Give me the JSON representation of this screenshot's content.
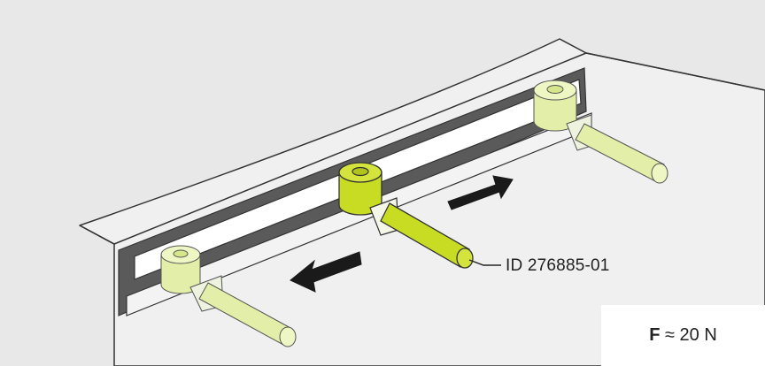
{
  "callout": {
    "label": "ID 276885-01"
  },
  "force": {
    "symbol": "F",
    "relation": "≈",
    "value": "20 N"
  },
  "colors": {
    "background": "#e8e8e8",
    "panel": "#f0f0f0",
    "panel_edge": "#ffffff",
    "slot": "#5a5a5a",
    "scale_strip": "#ffffff",
    "gauge_active": "#c8dc24",
    "gauge_ghost": "#e3efa8",
    "arrow": "#1a1a1a",
    "info_box": "#ffffff"
  },
  "icons": {
    "left_arrow": "arrow-left-icon",
    "right_arrow": "arrow-right-icon"
  }
}
